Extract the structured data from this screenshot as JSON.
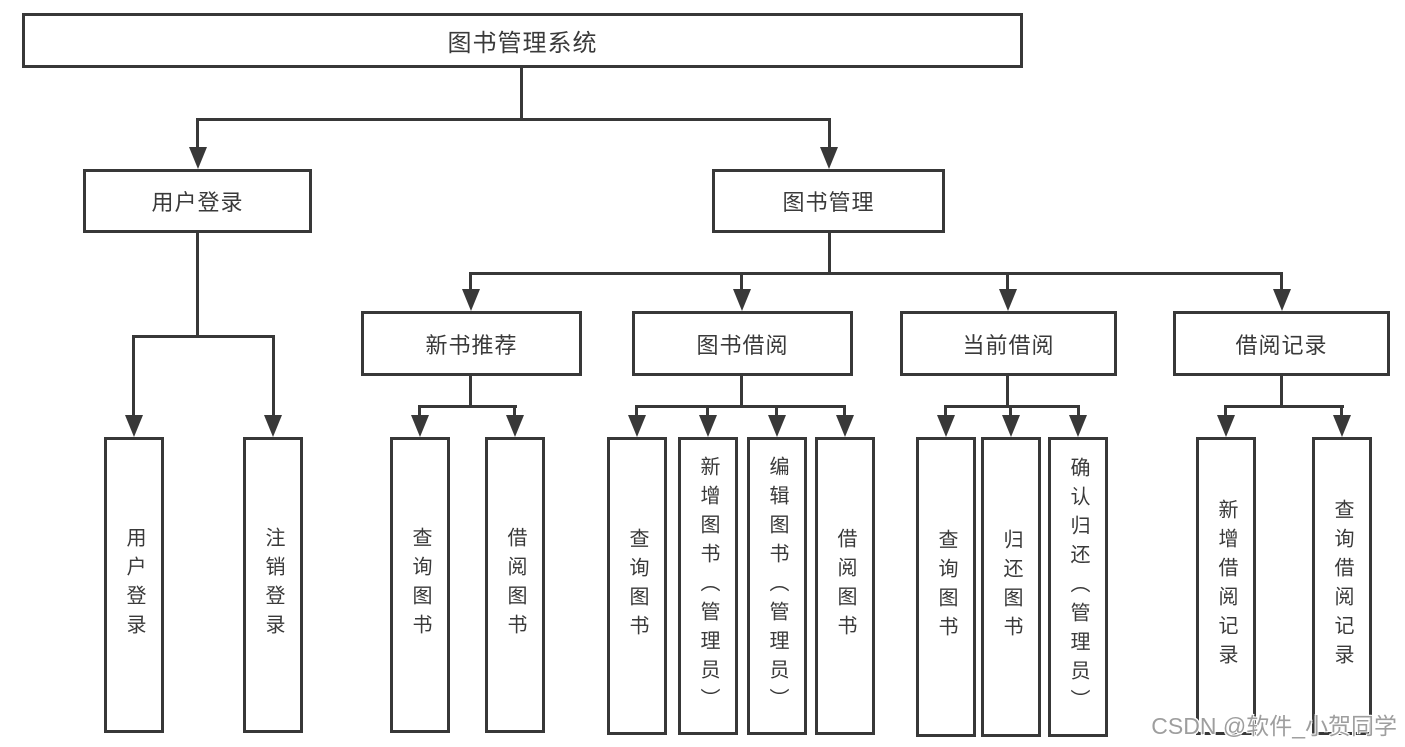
{
  "theme": {
    "line": "#383838",
    "text": "#3a3a3a",
    "watermark": "#9e9e9e",
    "background": "#ffffff"
  },
  "diagram_type": "functional-structure-tree",
  "tree": {
    "label": "图书管理系统",
    "children": [
      {
        "label": "用户登录",
        "children": [
          {
            "label": "用户登录"
          },
          {
            "label": "注销登录"
          }
        ]
      },
      {
        "label": "图书管理",
        "children": [
          {
            "label": "新书推荐",
            "children": [
              {
                "label": "查询图书"
              },
              {
                "label": "借阅图书"
              }
            ]
          },
          {
            "label": "图书借阅",
            "children": [
              {
                "label": "查询图书"
              },
              {
                "label": "新增图书（管理员）"
              },
              {
                "label": "编辑图书（管理员）"
              },
              {
                "label": "借阅图书"
              }
            ]
          },
          {
            "label": "当前借阅",
            "children": [
              {
                "label": "查询图书"
              },
              {
                "label": "归还图书"
              },
              {
                "label": "确认归还（管理员）"
              }
            ]
          },
          {
            "label": "借阅记录",
            "children": [
              {
                "label": "新增借阅记录"
              },
              {
                "label": "查询借阅记录"
              }
            ]
          }
        ]
      }
    ]
  },
  "watermark": {
    "text": "CSDN @软件_小贺同学"
  }
}
